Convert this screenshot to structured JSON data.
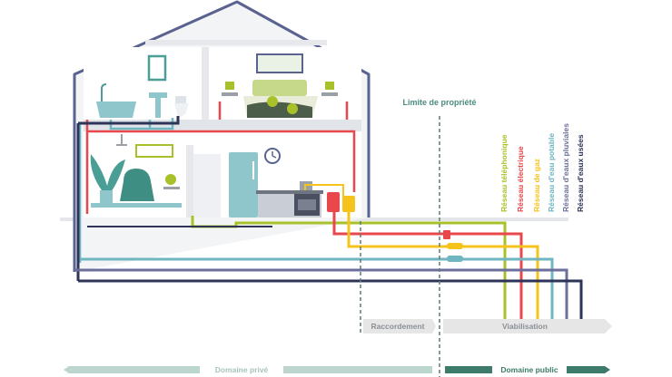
{
  "labels": {
    "property_limit": "Limite de propriété",
    "raccordement": "Raccordement",
    "viabilisation": "Viabilisation",
    "domaine_prive": "Domaine privé",
    "domaine_public": "Domaine public"
  },
  "networks": [
    {
      "key": "telephone",
      "label": "Réseau téléphonique",
      "color": "#a8c12a"
    },
    {
      "key": "electric",
      "label": "Réseau électrique",
      "color": "#e8474c"
    },
    {
      "key": "gas",
      "label": "Réseau de gaz",
      "color": "#f6c31c"
    },
    {
      "key": "water",
      "label": "Réseau d'eau potable",
      "color": "#6fb5c2"
    },
    {
      "key": "rain",
      "label": "Réseau d'eaux pluviales",
      "color": "#6c6f9c"
    },
    {
      "key": "waste",
      "label": "Réseau d'eaux usées",
      "color": "#2d3457"
    }
  ],
  "colors": {
    "house_outline": "#5a6390",
    "house_fill": "#eef0f3",
    "floor": "#dfe2e7",
    "teal_dark": "#4a9e96",
    "lime": "#a8c12a",
    "grey_arrow": "#e6e6e6",
    "priv_arrow": "#bcd5cf",
    "pub_arrow": "#3d7a6a",
    "dashed": "#5d7a74"
  },
  "icons": [
    "bathtub-icon",
    "sink-icon",
    "mirror-icon",
    "toilet-icon",
    "bed-icon",
    "window-icon",
    "plant-icon",
    "armchair-icon",
    "fridge-icon",
    "stove-icon",
    "clock-icon",
    "meter-box-icon",
    "valve-icon"
  ]
}
